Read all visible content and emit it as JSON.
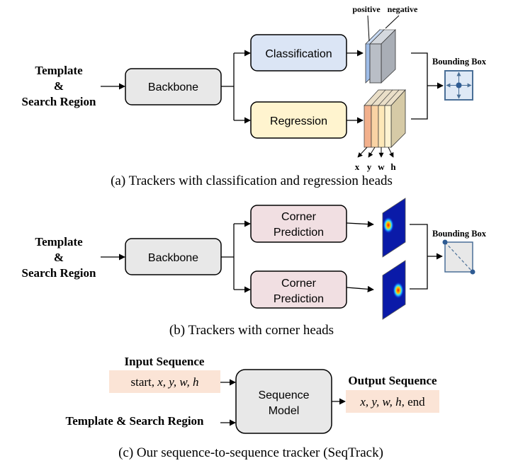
{
  "colors": {
    "box_gray": "#e8e8e8",
    "classification": "#dbe5f5",
    "regression": "#fff4cf",
    "corner": "#f1dfe2",
    "sequence_highlight": "#fbe4d6",
    "bbox_fill": "#dfe9f6",
    "bbox_stroke": "#4a6f97",
    "point": "#2e5b93"
  },
  "panel_a": {
    "input_line1": "Template",
    "input_line2": "&",
    "input_line3": "Search Region",
    "backbone": "Backbone",
    "classification": "Classification",
    "regression": "Regression",
    "positive": "positive",
    "negative": "negative",
    "bbox_label": "Bounding Box",
    "reg_x": "x",
    "reg_y": "y",
    "reg_w": "w",
    "reg_h": "h",
    "caption": "(a) Trackers with classification and regression heads"
  },
  "panel_b": {
    "input_line1": "Template",
    "input_line2": "&",
    "input_line3": "Search Region",
    "backbone": "Backbone",
    "corner1_line1": "Corner",
    "corner1_line2": "Prediction",
    "corner2_line1": "Corner",
    "corner2_line2": "Prediction",
    "bbox_label": "Bounding Box",
    "caption": "(b) Trackers with corner heads"
  },
  "panel_c": {
    "input_title": "Input Sequence",
    "input_seq_start": "start, ",
    "input_seq_vars": "x, y, w, h",
    "template_label": "Template & Search Region",
    "model_line1": "Sequence",
    "model_line2": "Model",
    "output_title": "Output Sequence",
    "output_seq_vars": "x, y, w, h",
    "output_seq_end": ", end",
    "caption": "(c) Our sequence-to-sequence tracker (SeqTrack)"
  }
}
